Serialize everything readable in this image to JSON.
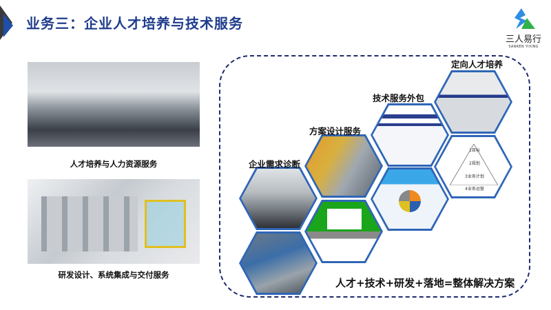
{
  "header": {
    "title": "业务三：企业人才培养与技术服务"
  },
  "logo": {
    "name": "三人易行",
    "subtitle": "SANREN YIXING"
  },
  "left": {
    "captions": [
      "人才培养与人力资源服务",
      "研发设计、系统集成与交付服务"
    ]
  },
  "hexes": {
    "labels": [
      "企业需求诊断",
      "方案设计服务",
      "技术服务外包",
      "定向人才培养"
    ],
    "pyramid": [
      "1目标",
      "2规划",
      "3业务计划",
      "4业务运营"
    ]
  },
  "summary": "人才+技术+研发+落地=整体解决方案",
  "colors": {
    "title": "#1f3c8c",
    "hex_border": "#2f66b7",
    "dash": "#1e2a6e"
  }
}
